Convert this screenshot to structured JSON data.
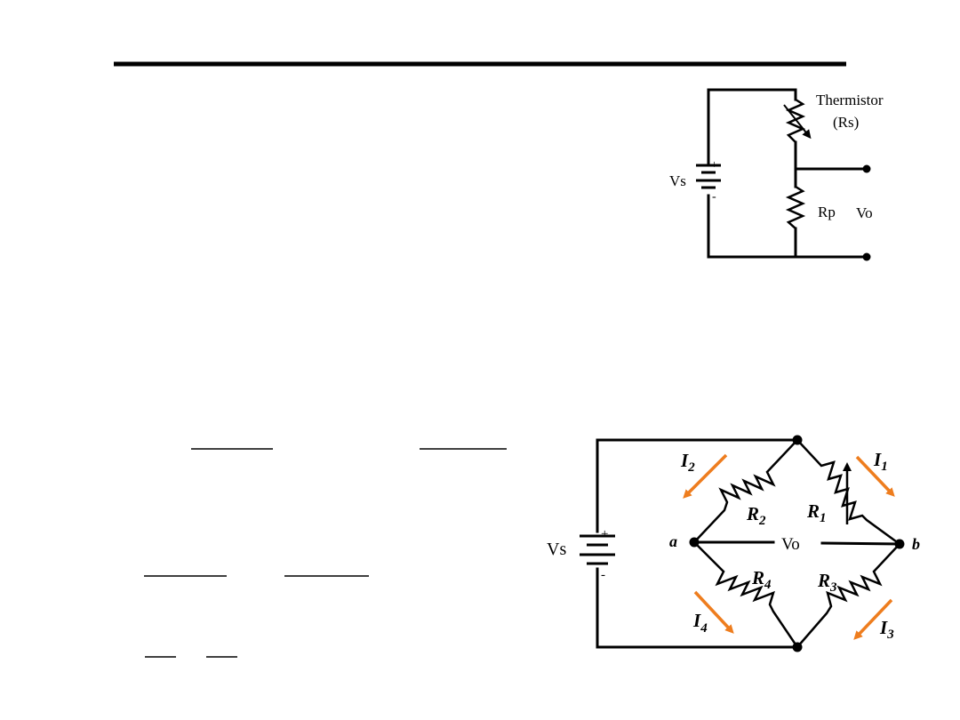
{
  "divider_color": "#000000",
  "arrow_color": "#ee7d1e",
  "thermistor_circuit": {
    "thermistor_label": "Thermistor",
    "rs_label": "(Rs)",
    "source_label": "Vs",
    "plus_sign": "+",
    "minus_sign": "-",
    "rp_label": "Rp",
    "vo_label": "Vo"
  },
  "bridge_circuit": {
    "source_label": "Vs",
    "plus_sign": "+",
    "minus_sign": "-",
    "vo_label": "Vo",
    "node_a": "a",
    "node_b": "b",
    "r1": "R",
    "r1_sub": "1",
    "r2": "R",
    "r2_sub": "2",
    "r3": "R",
    "r3_sub": "3",
    "r4": "R",
    "r4_sub": "4",
    "i1": "I",
    "i1_sub": "1",
    "i2": "I",
    "i2_sub": "2",
    "i3": "I",
    "i3_sub": "3",
    "i4": "I",
    "i4_sub": "4"
  }
}
